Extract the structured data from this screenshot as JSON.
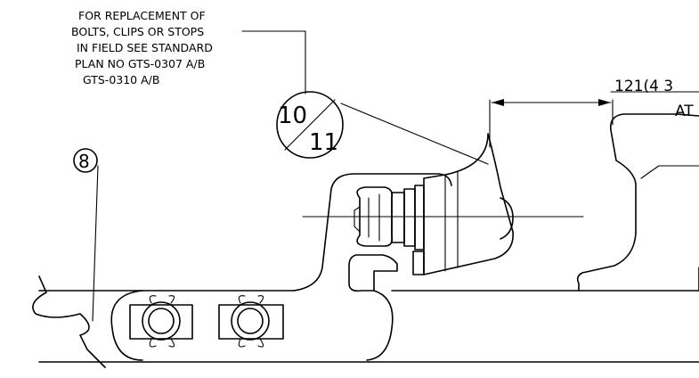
{
  "note": {
    "lines": [
      "FOR REPLACEMENT OF",
      "BOLTS, CLIPS OR STOPS",
      "IN FIELD SEE STANDARD",
      "PLAN NO GTS-0307 A/B",
      "GTS-0310 A/B"
    ]
  },
  "callouts": {
    "detail_top": "10",
    "detail_bottom": "11",
    "item_number": "8"
  },
  "dimension": {
    "value": "121(4  3",
    "sub": "AT"
  }
}
